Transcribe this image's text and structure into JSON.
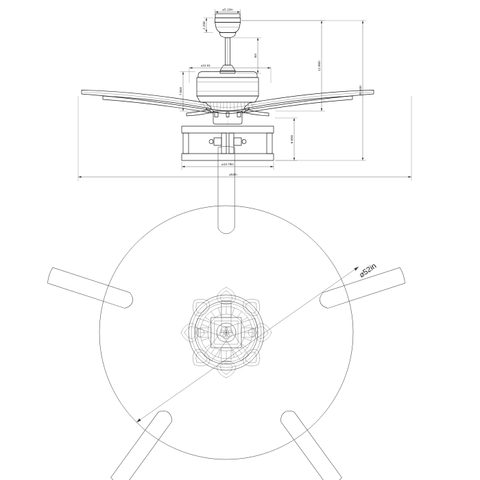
{
  "drawing": {
    "title": "Ceiling Fan Technical Drawing",
    "units": "in",
    "line_color": "#1a1a1a",
    "background_color": "#ffffff",
    "views": [
      {
        "name": "side-elevation",
        "label": ""
      },
      {
        "name": "plan-top-view",
        "label": ""
      }
    ]
  },
  "dimensions": {
    "canopy_diameter": "⌀5.16in",
    "canopy_height": "2.28in",
    "downrod_length": "6in",
    "motor_diameter": "⌀11.61",
    "motor_height": "7.56in",
    "upper_overall_height": "12.98in",
    "total_height": "20.34in",
    "cage_height": "6.69in",
    "cage_diameter": "⌀13.78in",
    "blade_span_side": "⌀52in",
    "blade_span_plan": "⌀52in"
  },
  "plan_view": {
    "blade_count": 5,
    "diameter_label": "⌀52in"
  },
  "icons": {
    "diameter_symbol": "⌀"
  }
}
